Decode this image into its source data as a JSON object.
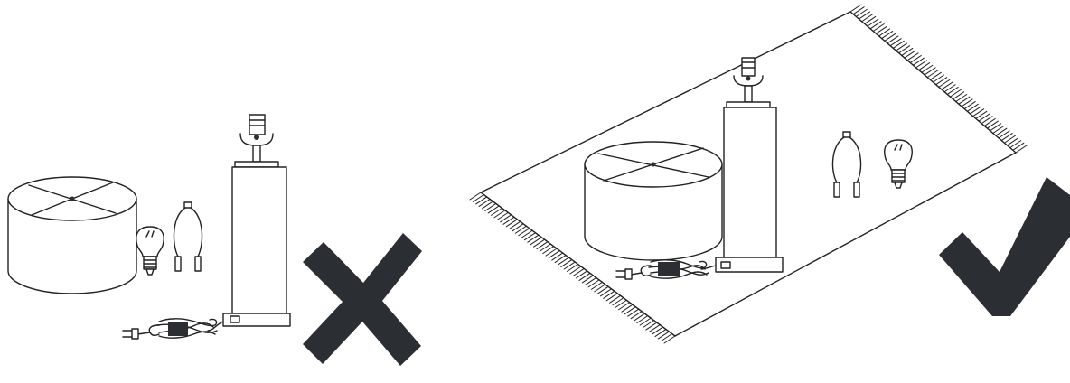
{
  "scene": {
    "wrong": {
      "surface": "none",
      "items": [
        "lamp-shade",
        "light-bulb",
        "harp",
        "lamp-base",
        "power-cord"
      ],
      "mark_icon": "cross-mark-icon"
    },
    "right": {
      "surface": "rug",
      "items": [
        "lamp-shade",
        "light-bulb",
        "harp",
        "lamp-base",
        "power-cord"
      ],
      "mark_icon": "check-mark-icon"
    }
  },
  "colors": {
    "line": "#222222",
    "mark": "#2b2f33",
    "background": "#ffffff"
  }
}
